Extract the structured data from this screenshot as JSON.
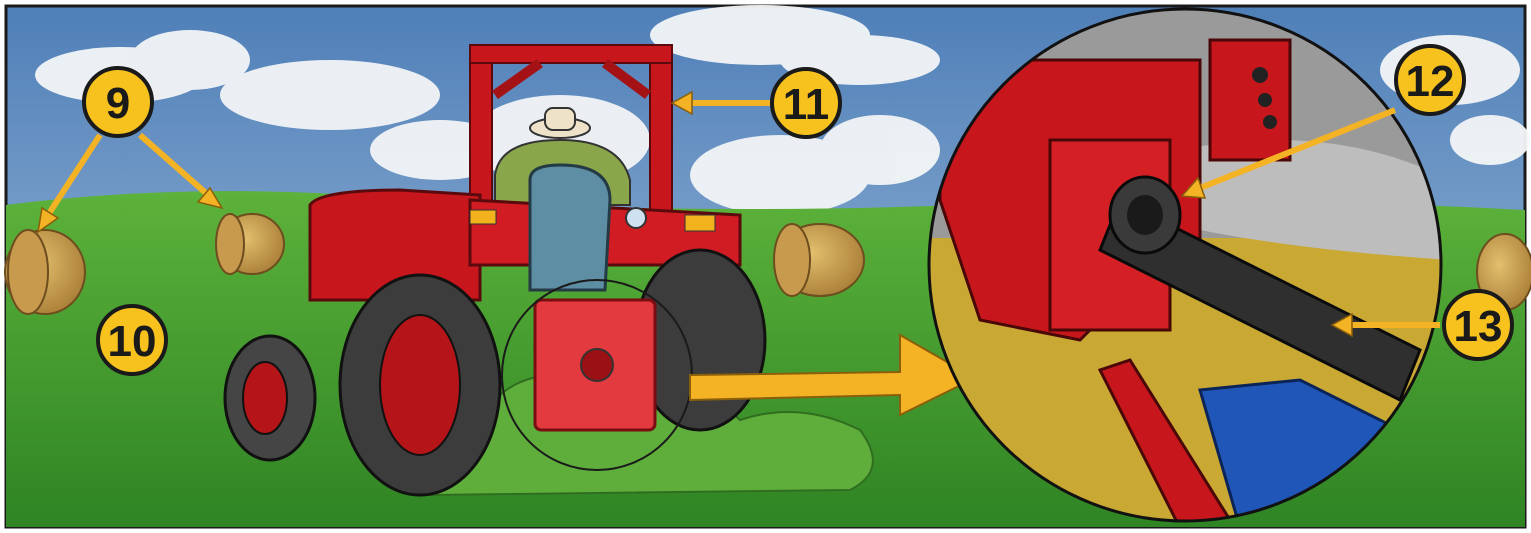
{
  "callouts": {
    "c9": "9",
    "c10": "10",
    "c11": "11",
    "c12": "12",
    "c13": "13"
  },
  "colors": {
    "callout_fill": "#f7c21e",
    "callout_stroke": "#1a1a1a",
    "arrow": "#f4b324",
    "sky": "#6f9bc9",
    "grass": "#3f9a2c",
    "tractor_red": "#c8161d",
    "implement_blue": "#1f56b8",
    "ground_detail": "#c9a934"
  },
  "icons": {
    "sky": "cloudy-sky",
    "field": "grass-field",
    "bales": "round-hay-bale",
    "vehicle": "tractor-icon",
    "shaft": "pto-driveshaft-icon"
  }
}
